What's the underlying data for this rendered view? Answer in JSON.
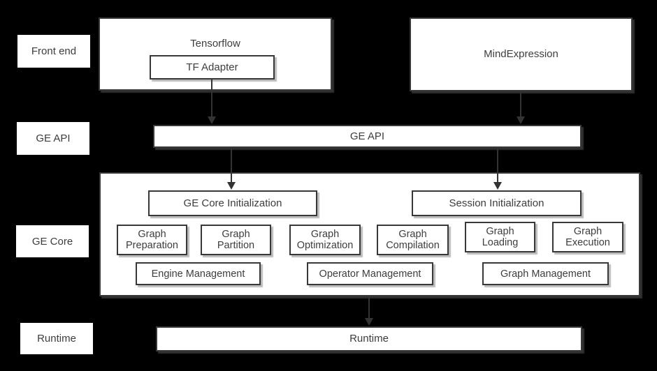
{
  "layers": [
    {
      "label": "Front end"
    },
    {
      "label": "GE API"
    },
    {
      "label": "GE Core"
    },
    {
      "label": "Runtime"
    }
  ],
  "front_end": {
    "tensorflow_label": "Tensorflow",
    "tf_adapter_label": "TF Adapter",
    "mind_expression_label": "MindExpression"
  },
  "ge_api": {
    "label": "GE API"
  },
  "ge_core": {
    "initialization_boxes": [
      {
        "label": "GE Core Initialization"
      },
      {
        "label": "Session Initialization"
      }
    ],
    "modules": [
      {
        "label": "Graph\nPreparation"
      },
      {
        "label": "Graph\nPartition"
      },
      {
        "label": "Graph\nOptimization"
      },
      {
        "label": "Graph\nCompilation"
      },
      {
        "label": "Graph\nLoading"
      },
      {
        "label": "Graph\nExecution"
      }
    ],
    "management_modules": [
      {
        "label": "Engine Management"
      },
      {
        "label": "Operator Management"
      },
      {
        "label": "Graph Management"
      }
    ]
  },
  "runtime": {
    "label": "Runtime"
  },
  "colors": {
    "background": "#000000",
    "box_fill": "#ffffff",
    "box_border": "#383838",
    "text": "#3d3d3d",
    "arrow": "#333333"
  }
}
